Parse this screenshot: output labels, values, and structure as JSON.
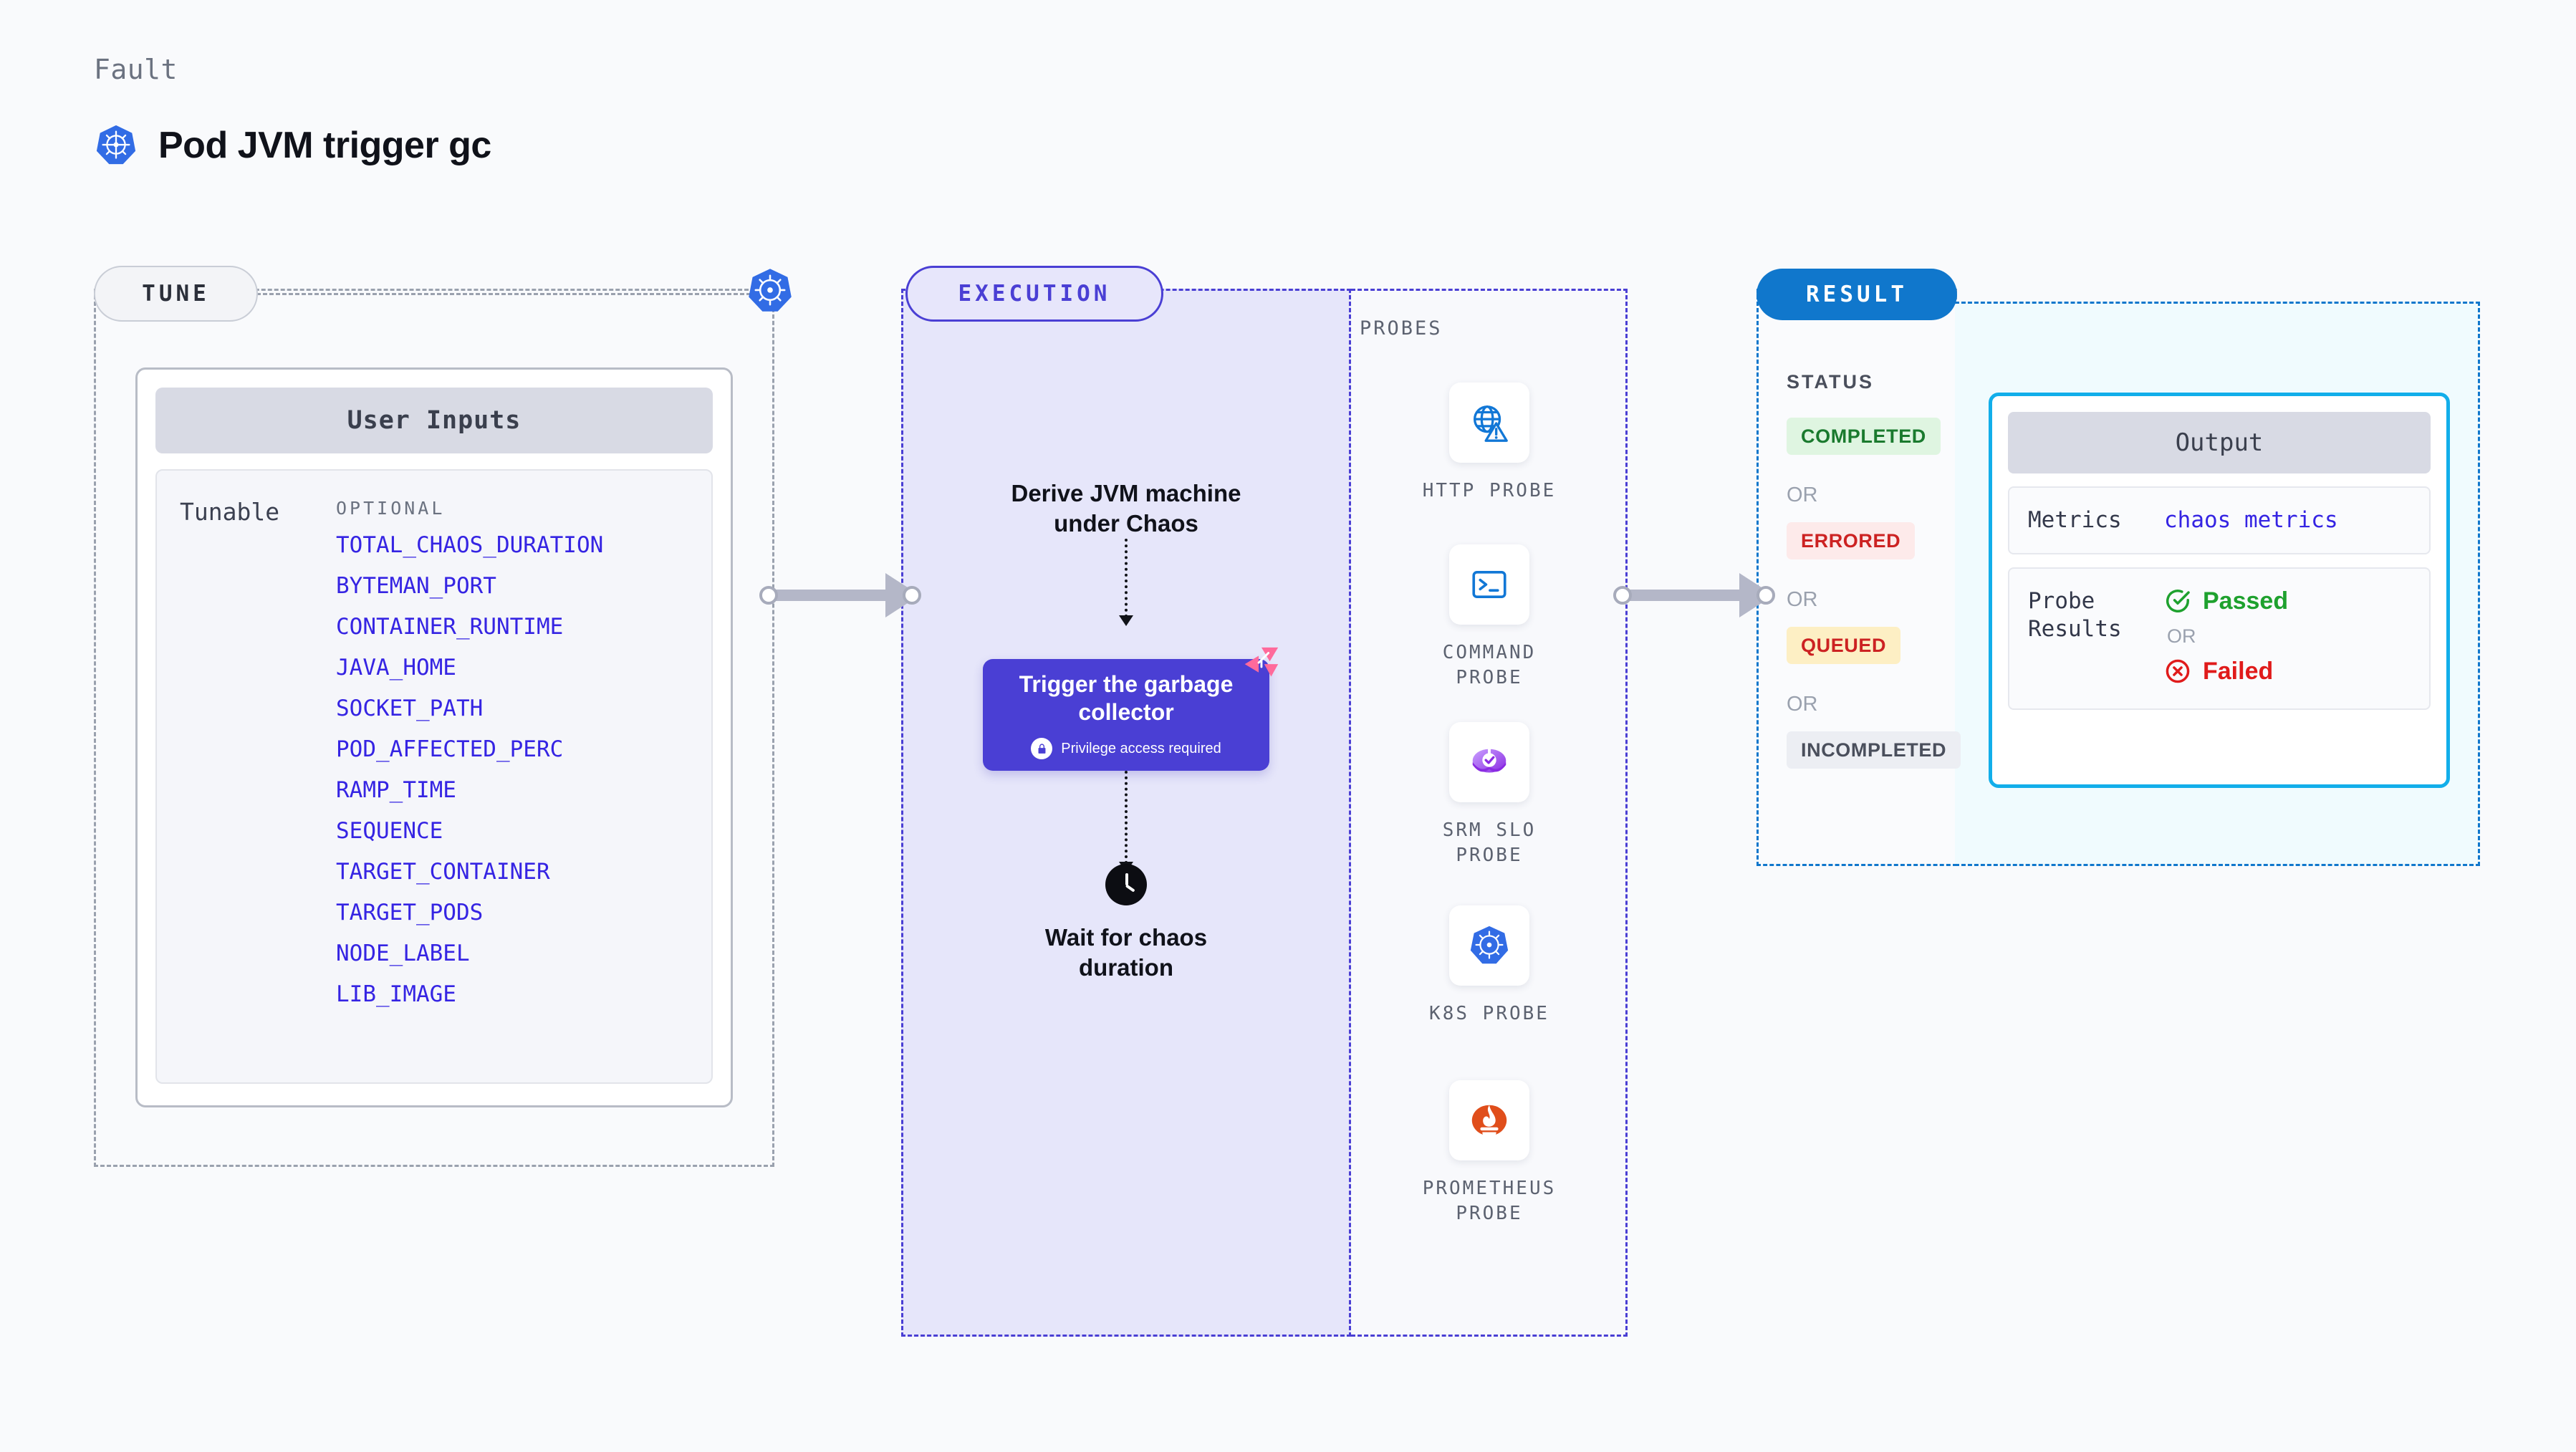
{
  "header": {
    "eyebrow": "Fault",
    "title": "Pod JVM trigger gc",
    "icon": "kubernetes-icon"
  },
  "tune": {
    "pill_label": "TUNE",
    "node_icon": "kubernetes-icon",
    "card": {
      "header": "User Inputs",
      "row_label": "Tunable",
      "column_title": "OPTIONAL",
      "options": [
        "TOTAL_CHAOS_DURATION",
        "BYTEMAN_PORT",
        "CONTAINER_RUNTIME",
        "JAVA_HOME",
        "SOCKET_PATH",
        "POD_AFFECTED_PERC",
        "RAMP_TIME",
        "SEQUENCE",
        "TARGET_CONTAINER",
        "TARGET_PODS",
        "NODE_LABEL",
        "LIB_IMAGE"
      ]
    }
  },
  "execution": {
    "pill_label": "EXECUTION",
    "step_derive": "Derive JVM machine\nunder Chaos",
    "action_box": {
      "title": "Trigger the garbage collector",
      "note": "Privilege access required",
      "note_icon": "lock-icon",
      "corner_icon": "litmuschaos-icon"
    },
    "step_wait": "Wait for chaos\nduration",
    "wait_icon": "clock-icon"
  },
  "probes": {
    "title": "PROBES",
    "items": [
      {
        "label": "HTTP PROBE",
        "icon": "globe-warning-icon"
      },
      {
        "label": "COMMAND\nPROBE",
        "icon": "terminal-icon"
      },
      {
        "label": "SRM SLO\nPROBE",
        "icon": "srm-slo-icon"
      },
      {
        "label": "K8S PROBE",
        "icon": "kubernetes-icon"
      },
      {
        "label": "PROMETHEUS\nPROBE",
        "icon": "prometheus-icon"
      }
    ]
  },
  "result": {
    "pill_label": "RESULT",
    "status_title": "STATUS",
    "or_label": "OR",
    "statuses": [
      {
        "label": "COMPLETED",
        "bg": "#dff5e1",
        "fg": "#1a7a2e"
      },
      {
        "label": "ERRORED",
        "bg": "#fdeaea",
        "fg": "#cc2222"
      },
      {
        "label": "QUEUED",
        "bg": "#fdefc4",
        "fg": "#cc2222"
      },
      {
        "label": "INCOMPLETED",
        "bg": "#eceef3",
        "fg": "#4a4f5c"
      }
    ],
    "output": {
      "header": "Output",
      "metrics_key": "Metrics",
      "metrics_value": "chaos metrics",
      "probe_results_key": "Probe\nResults",
      "passed_label": "Passed",
      "passed_icon": "check-circle-icon",
      "or_label": "OR",
      "failed_label": "Failed",
      "failed_icon": "x-circle-icon"
    }
  },
  "colors": {
    "execution_accent": "#4a3fd4",
    "result_accent": "#1077cc",
    "output_border": "#12aeea",
    "tune_border": "#9aa1ae",
    "link_blue": "#3524e3",
    "litmus_pink": "#ff6a9b"
  }
}
